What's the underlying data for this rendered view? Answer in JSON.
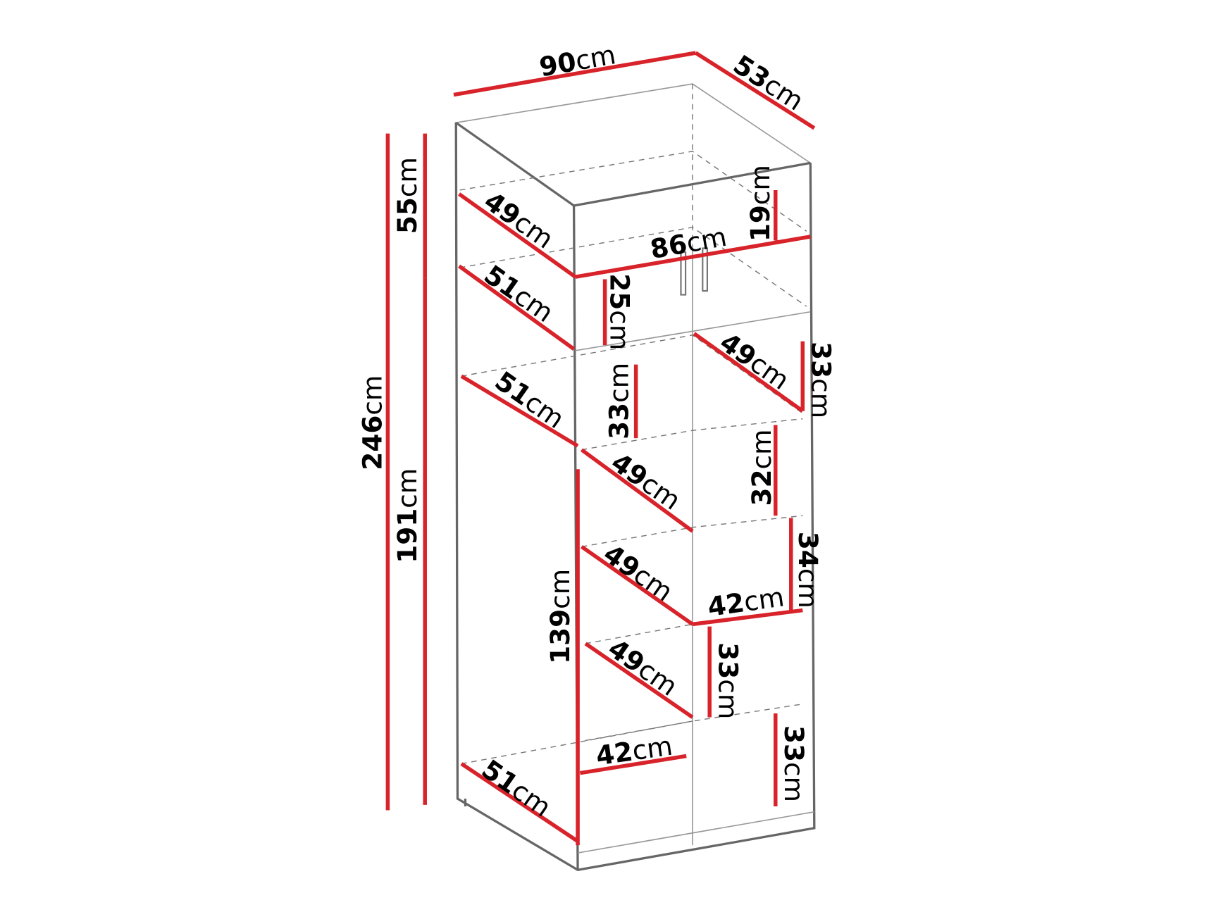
{
  "colors": {
    "dimension_line": "#d8232a",
    "outline": "#666666",
    "text": "#000000"
  },
  "overall": {
    "width": {
      "value": "90",
      "unit": "cm"
    },
    "depth": {
      "value": "53",
      "unit": "cm"
    },
    "height": {
      "value": "246",
      "unit": "cm"
    },
    "top_section_height": {
      "value": "55",
      "unit": "cm"
    },
    "bottom_section_height": {
      "value": "191",
      "unit": "cm"
    }
  },
  "dimensions": [
    {
      "value": "49",
      "unit": "cm"
    },
    {
      "value": "86",
      "unit": "cm"
    },
    {
      "value": "19",
      "unit": "cm"
    },
    {
      "value": "51",
      "unit": "cm"
    },
    {
      "value": "25",
      "unit": "cm"
    },
    {
      "value": "49",
      "unit": "cm"
    },
    {
      "value": "33",
      "unit": "cm"
    },
    {
      "value": "51",
      "unit": "cm"
    },
    {
      "value": "33",
      "unit": "cm"
    },
    {
      "value": "49",
      "unit": "cm"
    },
    {
      "value": "32",
      "unit": "cm"
    },
    {
      "value": "34",
      "unit": "cm"
    },
    {
      "value": "49",
      "unit": "cm"
    },
    {
      "value": "42",
      "unit": "cm"
    },
    {
      "value": "139",
      "unit": "cm"
    },
    {
      "value": "33",
      "unit": "cm"
    },
    {
      "value": "49",
      "unit": "cm"
    },
    {
      "value": "42",
      "unit": "cm"
    },
    {
      "value": "33",
      "unit": "cm"
    },
    {
      "value": "51",
      "unit": "cm"
    }
  ]
}
